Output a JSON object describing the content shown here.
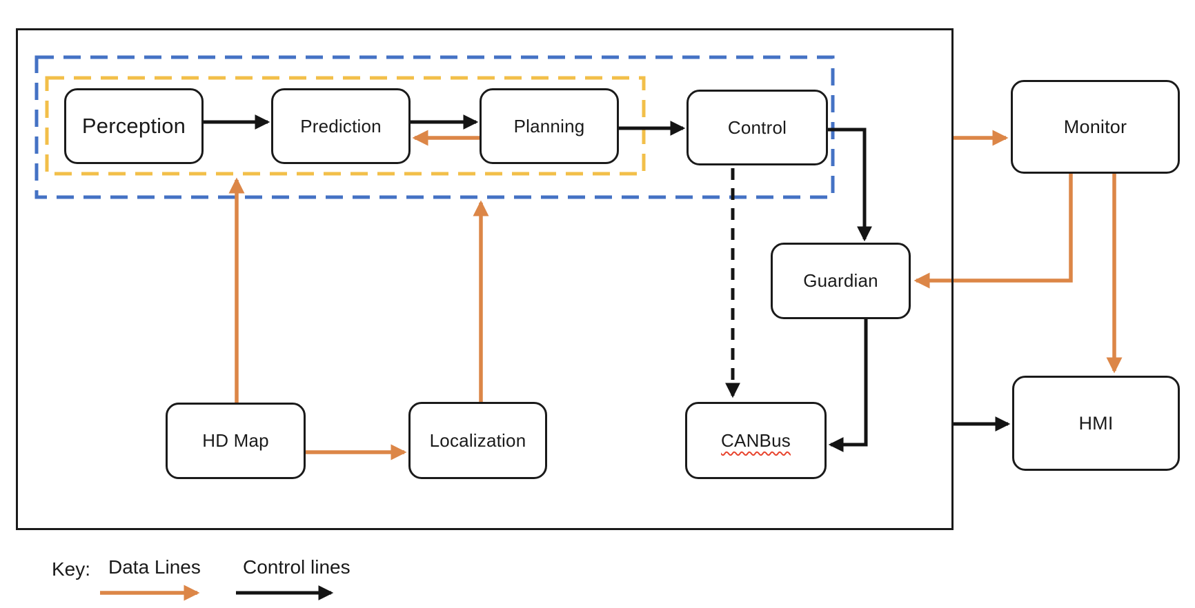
{
  "nodes": {
    "perception": {
      "label": "Perception"
    },
    "prediction": {
      "label": "Prediction"
    },
    "planning": {
      "label": "Planning"
    },
    "control": {
      "label": "Control"
    },
    "guardian": {
      "label": "Guardian"
    },
    "canbus": {
      "label": "CANBus"
    },
    "hd_map": {
      "label": "HD Map"
    },
    "localization": {
      "label": "Localization"
    },
    "monitor": {
      "label": "Monitor"
    },
    "hmi": {
      "label": "HMI"
    }
  },
  "legend": {
    "key_label": "Key:",
    "data_lines_label": "Data Lines",
    "control_lines_label": "Control lines"
  },
  "colors": {
    "background": "#FFFFFF",
    "data_line": "#DC8647",
    "control_line": "#141414",
    "group_blue": "#4472C4",
    "group_yellow": "#F2BF49",
    "node_border": "#1A1A1A",
    "spellcheck_red": "#E8442E"
  }
}
